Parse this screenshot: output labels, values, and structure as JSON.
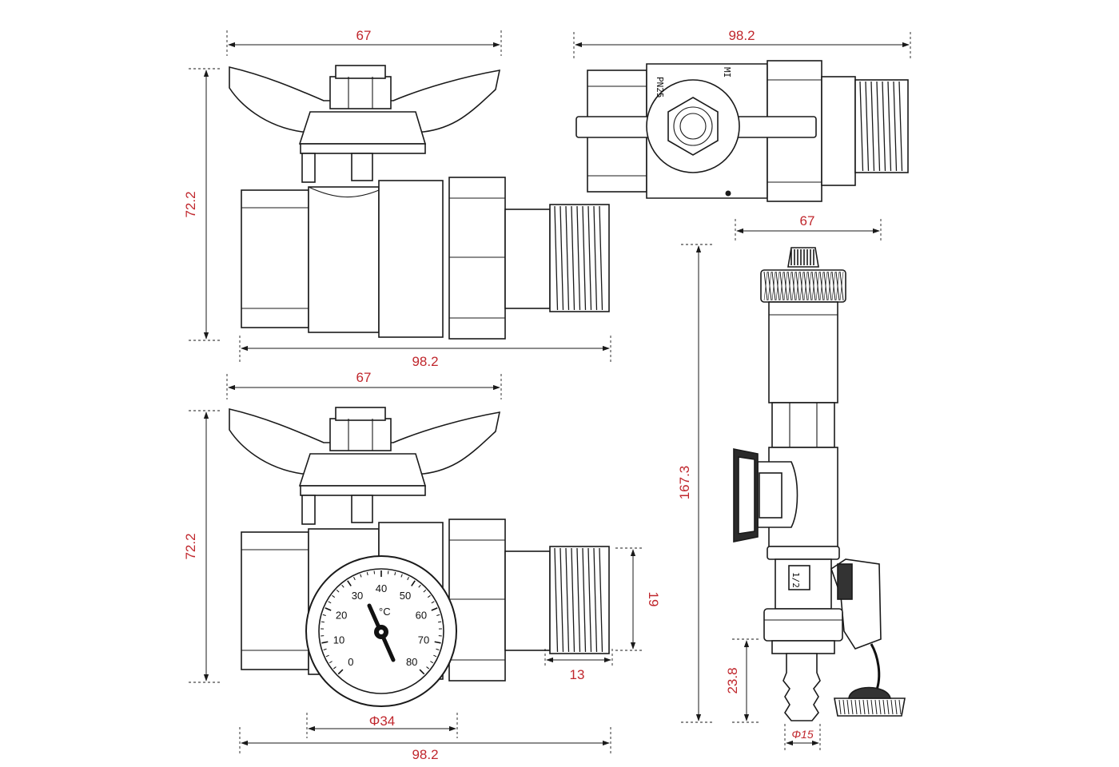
{
  "dimensions": {
    "view1": {
      "width_top": "67",
      "height": "72.2",
      "length": "98.2"
    },
    "view2": {
      "length": "98.2",
      "stamp_left": "PN25",
      "stamp_right": "MI"
    },
    "view3": {
      "width_top": "67",
      "height": "72.2",
      "length": "98.2",
      "gauge_diameter": "Φ34",
      "thread_height": "19",
      "thread_length": "13"
    },
    "view4": {
      "width": "67",
      "height": "167.3",
      "hose_height": "23.8",
      "hose_diameter": "Φ15",
      "fitting_label": "1/2"
    }
  },
  "gauge": {
    "unit": "°C",
    "labels": [
      "0",
      "10",
      "20",
      "30",
      "40",
      "50",
      "60",
      "70",
      "80"
    ]
  },
  "colors": {
    "dimension_text": "#c0272d",
    "line": "#1a1a1a"
  }
}
